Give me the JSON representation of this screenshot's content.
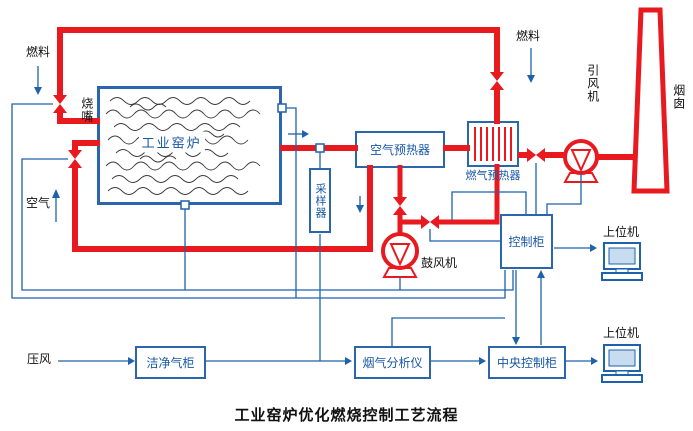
{
  "title": "工业窑炉优化燃烧控制工艺流程",
  "colors": {
    "pipe_red": "#e8191f",
    "signal_blue": "#1e62ac",
    "node_border_blue": "#2b66ad",
    "node_text_blue": "#1857a4",
    "text_black": "#111111"
  },
  "nodes": {
    "kiln": "工业窑炉",
    "sampler": "采样器",
    "air_preheater": "空气预热器",
    "gas_preheater": "燃气预热器",
    "control_cabinet": "控制柜",
    "clean_gas_cabinet": "洁净气柜",
    "flue_gas_analyzer": "烟气分析仪",
    "central_control_cabinet": "中央控制柜"
  },
  "labels": {
    "fuel_left": "燃料",
    "burner": "烧嘴",
    "air": "空气",
    "fuel_right": "燃料",
    "induced_fan": "引风机",
    "chimney": "烟囱",
    "blower": "鼓风机",
    "host_computer_top": "上位机",
    "host_computer_bottom": "上位机",
    "compressed_air": "压风"
  }
}
